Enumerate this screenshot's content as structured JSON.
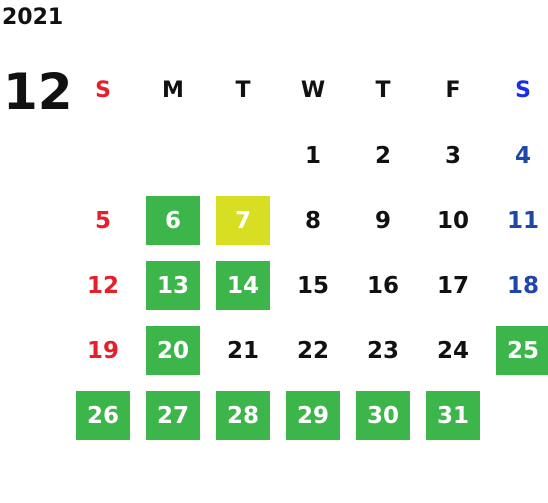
{
  "year": "2021",
  "month": "12",
  "colors": {
    "sunday": "#e3202b",
    "saturday": "#1f47a8",
    "saturday_header": "#1a2ee6",
    "holiday_box": "#3cb54a",
    "today_box": "#d8df22",
    "default_text": "#111111"
  },
  "weekdays": [
    "S",
    "M",
    "T",
    "W",
    "T",
    "F",
    "S"
  ],
  "weeks": [
    [
      {
        "day": "",
        "style": "empty"
      },
      {
        "day": "",
        "style": "empty"
      },
      {
        "day": "",
        "style": "empty"
      },
      {
        "day": "1",
        "style": "plain"
      },
      {
        "day": "2",
        "style": "plain"
      },
      {
        "day": "3",
        "style": "plain"
      },
      {
        "day": "4",
        "style": "saturday"
      }
    ],
    [
      {
        "day": "5",
        "style": "sunday"
      },
      {
        "day": "6",
        "style": "green"
      },
      {
        "day": "7",
        "style": "yellow"
      },
      {
        "day": "8",
        "style": "plain"
      },
      {
        "day": "9",
        "style": "plain"
      },
      {
        "day": "10",
        "style": "plain"
      },
      {
        "day": "11",
        "style": "saturday"
      }
    ],
    [
      {
        "day": "12",
        "style": "sunday"
      },
      {
        "day": "13",
        "style": "green"
      },
      {
        "day": "14",
        "style": "green"
      },
      {
        "day": "15",
        "style": "plain"
      },
      {
        "day": "16",
        "style": "plain"
      },
      {
        "day": "17",
        "style": "plain"
      },
      {
        "day": "18",
        "style": "saturday"
      }
    ],
    [
      {
        "day": "19",
        "style": "sunday"
      },
      {
        "day": "20",
        "style": "green"
      },
      {
        "day": "21",
        "style": "plain"
      },
      {
        "day": "22",
        "style": "plain"
      },
      {
        "day": "23",
        "style": "plain"
      },
      {
        "day": "24",
        "style": "plain"
      },
      {
        "day": "25",
        "style": "green"
      }
    ],
    [
      {
        "day": "26",
        "style": "green"
      },
      {
        "day": "27",
        "style": "green"
      },
      {
        "day": "28",
        "style": "green"
      },
      {
        "day": "29",
        "style": "green"
      },
      {
        "day": "30",
        "style": "green"
      },
      {
        "day": "31",
        "style": "green"
      },
      {
        "day": "",
        "style": "empty"
      }
    ]
  ]
}
